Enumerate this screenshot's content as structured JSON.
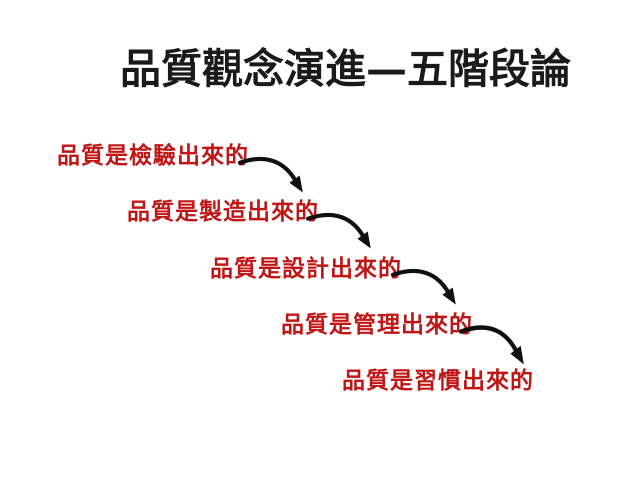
{
  "slide": {
    "title": "品質觀念演進—五階段論",
    "stages": [
      {
        "label": "品質是檢驗出來的"
      },
      {
        "label": "品質是製造出來的"
      },
      {
        "label": "品質是設計出來的"
      },
      {
        "label": "品質是管理出來的"
      },
      {
        "label": "品質是習慣出來的"
      }
    ],
    "colors": {
      "background": "#ffffff",
      "title_text": "#1a1a1a",
      "stage_text": "#c01616",
      "arrow": "#0f0f0f"
    }
  }
}
